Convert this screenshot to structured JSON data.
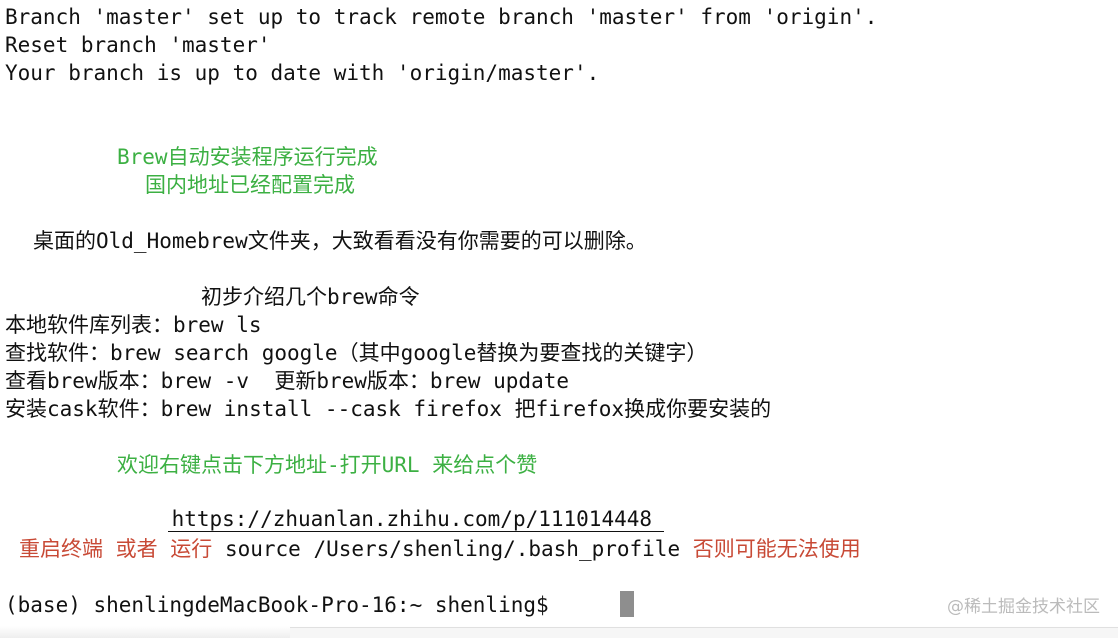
{
  "terminal": {
    "lines": [
      "Branch 'master' set up to track remote branch 'master' from 'origin'.",
      "Reset branch 'master'",
      "Your branch is up to date with 'origin/master'."
    ],
    "banner": {
      "complete": "Brew自动安装程序运行完成",
      "mirror": "国内地址已经配置完成"
    },
    "note": "桌面的Old_Homebrew文件夹，大致看看没有你需要的可以删除。",
    "commands": {
      "heading": "初步介绍几个brew命令",
      "list": "本地软件库列表：brew ls",
      "search": "查找软件：brew search google（其中google替换为要查找的关键字）",
      "version": "查看brew版本：brew -v  更新brew版本：brew update",
      "cask": "安装cask软件：brew install --cask firefox 把firefox换成你要安装的"
    },
    "welcome": "欢迎右键点击下方地址-打开URL 来给点个赞",
    "url": "https://zhuanlan.zhihu.com/p/111014448",
    "restart": {
      "prefix": "重启终端 或者 运行",
      "command": " source /Users/shenling/.bash_profile ",
      "suffix": "否则可能无法使用"
    },
    "prompt": "(base) shenlingdeMacBook-Pro-16:~ shenling$ "
  },
  "watermark": "@稀土掘金技术社区",
  "colors": {
    "success_green": "#3cb043",
    "warning_red": "#c84a36",
    "text": "#111111",
    "cursor": "#8e8e8e"
  }
}
